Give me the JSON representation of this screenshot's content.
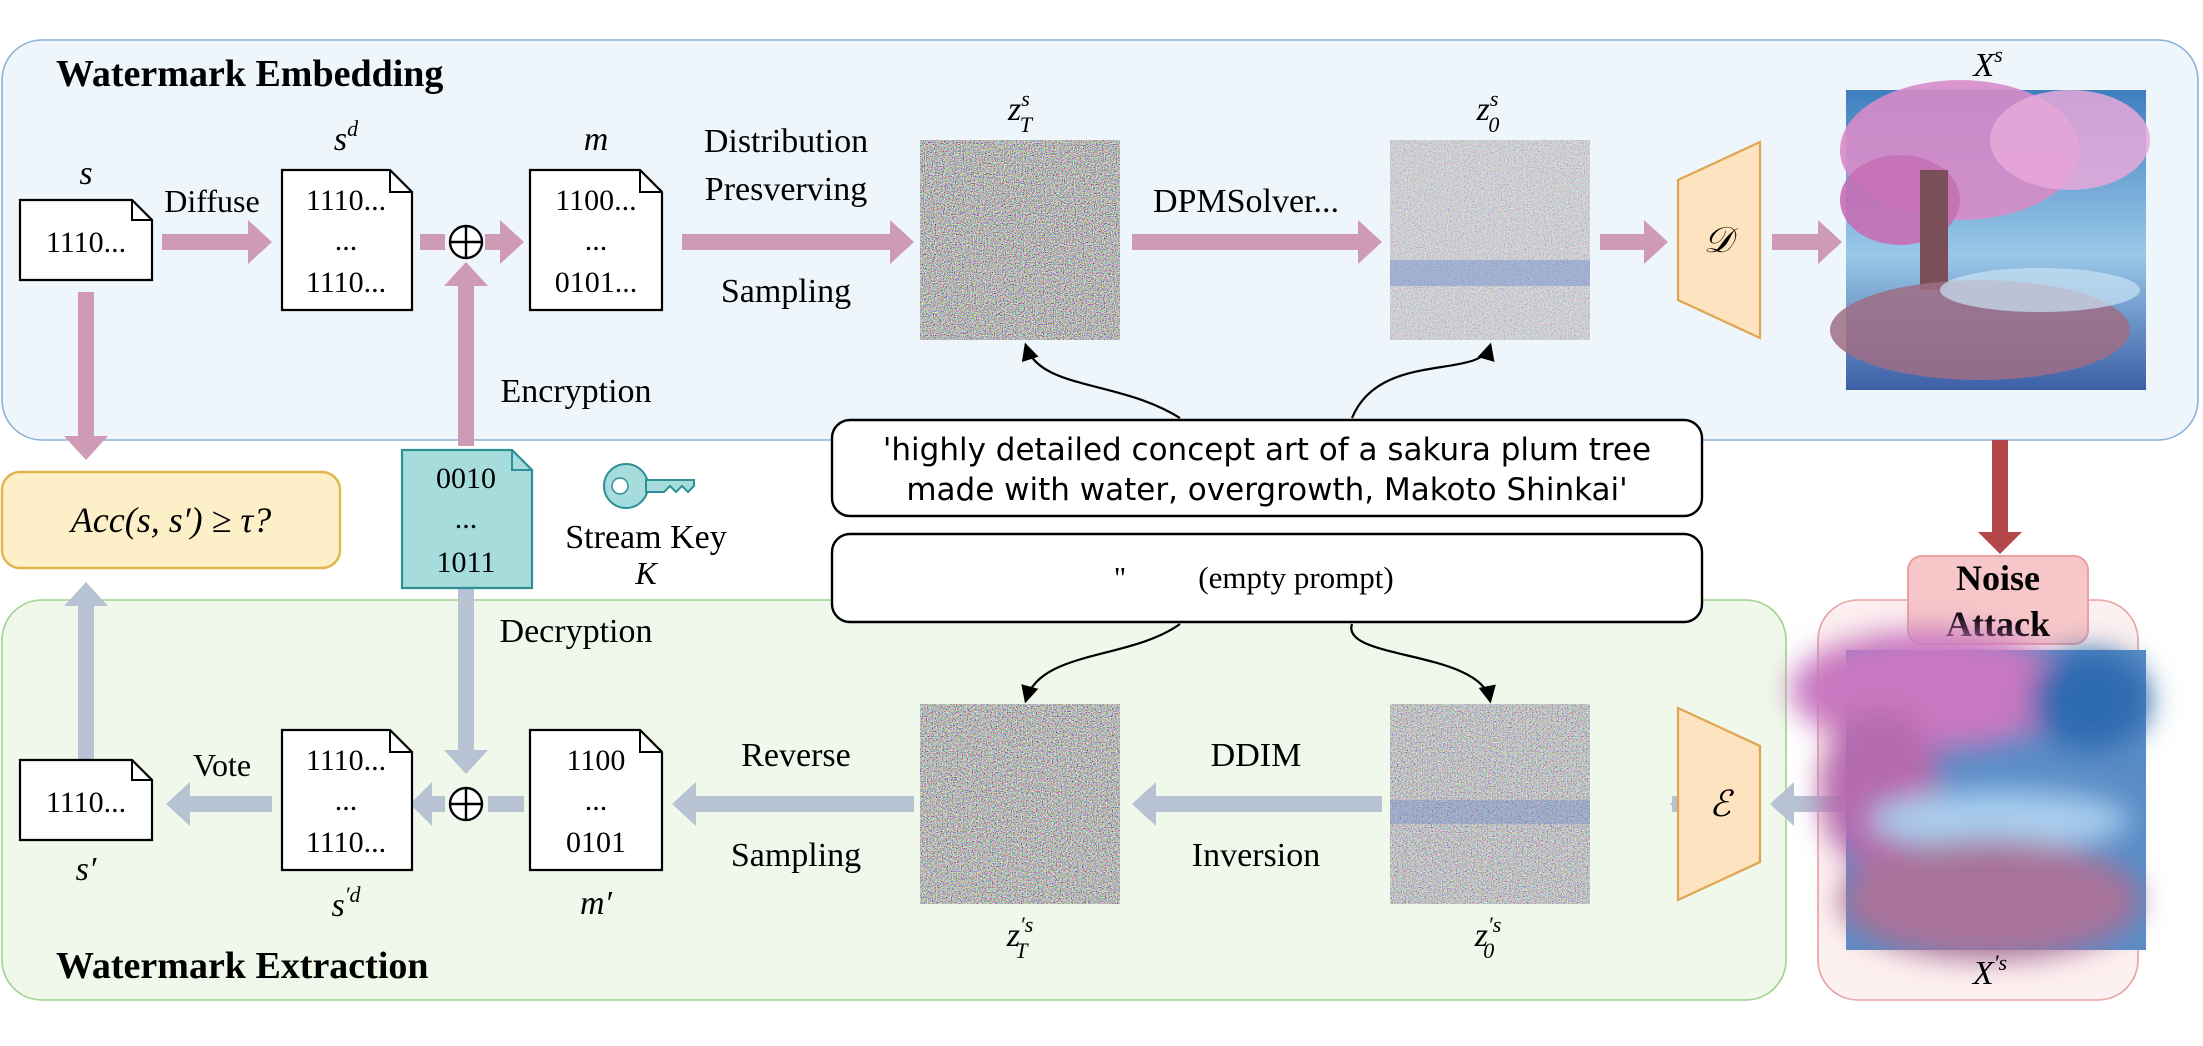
{
  "panels": {
    "embedding_title": "Watermark Embedding",
    "extraction_title": "Watermark Extraction"
  },
  "embedding": {
    "s_label": "s",
    "s_value": "1110...",
    "diffuse_label": "Diffuse",
    "sd_label": "s",
    "sd_sup": "d",
    "sd_lines": [
      "1110...",
      "...",
      "1110..."
    ],
    "m_label": "m",
    "m_lines": [
      "1100...",
      "...",
      "0101..."
    ],
    "sampling_lines": [
      "Distribution",
      "Presverving",
      "Sampling"
    ],
    "zT_label": "z",
    "zT_sup": "s",
    "zT_sub": "T",
    "solver_label": "DPMSolver...",
    "z0_label": "z",
    "z0_sup": "s",
    "z0_sub": "0",
    "decoder_symbol": "𝒟",
    "xs_label": "X",
    "xs_sup": "s",
    "encryption_label": "Encryption"
  },
  "key": {
    "lines": [
      "0010",
      "...",
      "1011"
    ],
    "stream_key_label": "Stream Key",
    "k_label": "K"
  },
  "accuracy_check": "Acc(s, s′) ≥ τ?",
  "prompts": {
    "text_prompt_lines": [
      "'highly detailed concept art of a sakura plum tree",
      "made with water, overgrowth,  Makoto Shinkai'"
    ],
    "empty_quote": "''",
    "empty_prompt": "(empty prompt)"
  },
  "noise_attack": {
    "lines": [
      "Noise",
      "Attack"
    ]
  },
  "extraction": {
    "xps_label": "X",
    "xps_sup": "′s",
    "encoder_symbol": "ℰ",
    "ddim_lines": [
      "DDIM",
      "Inversion"
    ],
    "z0p_label": "z",
    "z0p_sup": "′s",
    "z0p_sub": "0",
    "reverse_lines": [
      "Reverse",
      "Sampling"
    ],
    "zTp_label": "z",
    "zTp_sup": "′s",
    "zTp_sub": "T",
    "mp_label": "m′",
    "mp_lines": [
      "1100",
      "...",
      "0101"
    ],
    "decryption_label": "Decryption",
    "sdp_label": "s",
    "sdp_sup": "′d",
    "sdp_lines": [
      "1110...",
      "...",
      "1110..."
    ],
    "vote_label": "Vote",
    "sp_label": "s′",
    "sp_value": "1110..."
  },
  "colors": {
    "embed_bg": "#eef5fb",
    "embed_border": "#8eb1dc",
    "extract_bg": "#eff8ea",
    "extract_border": "#9fd38c",
    "attack_bg": "#fdf0f0",
    "attack_border": "#eaa1a1",
    "pink_arrow": "#cf9ab6",
    "gray_arrow": "#b7c3d3",
    "red_arrow": "#b5474b",
    "key_fill": "#a6dcdc",
    "key_stroke": "#2f8f96",
    "acc_fill": "#fdf0c8",
    "acc_stroke": "#e0b54a",
    "codec_fill": "#fde3c0",
    "codec_stroke": "#e0a552",
    "noise_label_fill": "#f6c6c8"
  }
}
